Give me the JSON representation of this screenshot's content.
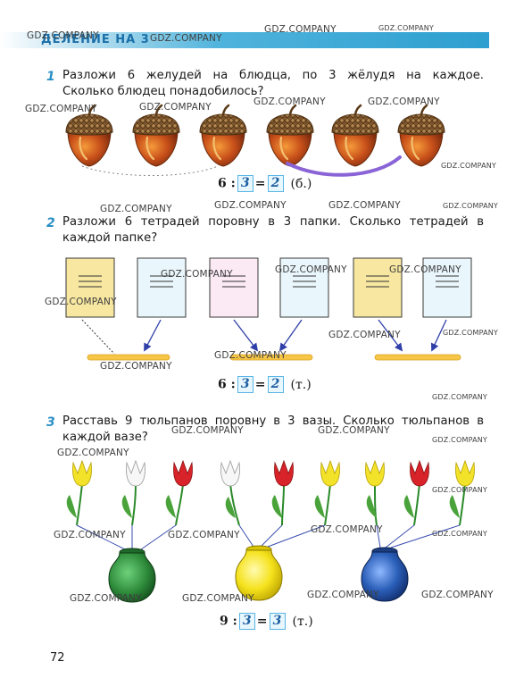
{
  "header": {
    "title": "ДЕЛЕНИЕ НА 3"
  },
  "tasks": [
    {
      "number": "1",
      "text_line1": "Разложи 6 желудей на блюдца, по 3 жёлудя на каждое.",
      "text_line2": "Сколько блюдец понадобилось?",
      "equation": {
        "dividend": "6",
        "divisor": "3",
        "result": "2",
        "unit": "(б.)"
      }
    },
    {
      "number": "2",
      "text_line1": "Разложи 6 тетрадей поровну в 3 папки. Сколько тетрадей в",
      "text_line2": "каждой папке?",
      "equation": {
        "dividend": "6",
        "divisor": "3",
        "result": "2",
        "unit": "(т.)"
      }
    },
    {
      "number": "3",
      "text_line1": "Расставь 9 тюльпанов поровну в 3 вазы. Сколько тюльпанов в",
      "text_line2": "каждой вазе?",
      "equation": {
        "dividend": "9",
        "divisor": "3",
        "result": "3",
        "unit": "(т.)"
      }
    }
  ],
  "page_number": "72",
  "watermark": "GDZ.COMPANY",
  "colors": {
    "accent_blue": "#2a8fc6",
    "acorn_body": "#c8501a",
    "acorn_cap": "#8a5a2a",
    "answer_line": "#8a64d6",
    "folder_yellow": "#f7c646",
    "tulip_yellow": "#f3e22a",
    "tulip_red": "#d8232a",
    "vase_green": "#2d8a3a",
    "vase_yellow": "#f5e21c",
    "vase_blue": "#2a5eb8"
  }
}
